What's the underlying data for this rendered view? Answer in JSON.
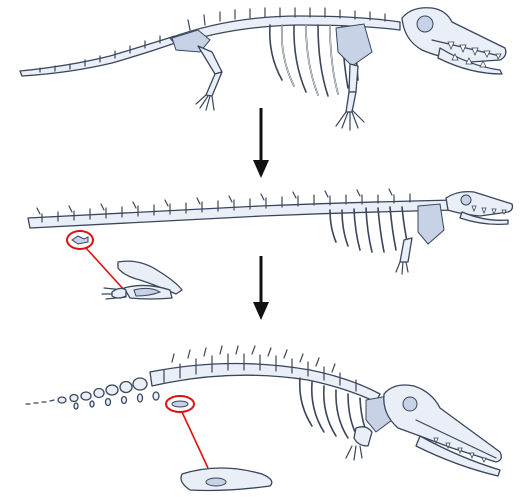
{
  "figure": {
    "stages": [
      {
        "id": "stage-1",
        "name": "ancestral-quadruped-whale-skeleton"
      },
      {
        "id": "stage-2",
        "name": "elongated-early-whale-skeleton",
        "callout": "vestigial-hind-limb-and-pelvis"
      },
      {
        "id": "stage-3",
        "name": "modern-whale-skeleton",
        "callout": "vestigial-pelvic-bone"
      }
    ],
    "arrows": [
      {
        "from": "stage-1",
        "to": "stage-2"
      },
      {
        "from": "stage-2",
        "to": "stage-3"
      }
    ],
    "colors": {
      "bone_fill": "#e9eef7",
      "bone_outline": "#39465c",
      "highlight": "#e01010",
      "arrow": "#111111"
    }
  }
}
